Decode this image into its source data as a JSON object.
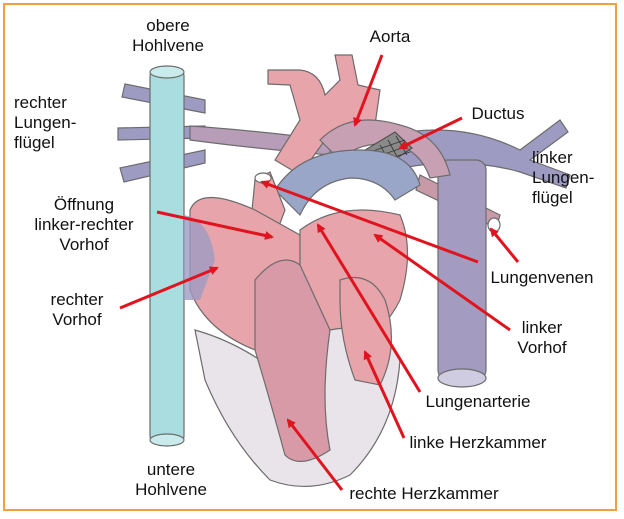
{
  "colors": {
    "frame": "#f0a040",
    "arrow": "#e0141e",
    "vena_cava": "#a9dde0",
    "red_tissue": "#e7a4ab",
    "blue_vessel": "#9e9bc3",
    "outline": "#6c6c6c",
    "ventricle_fill": "#e9e3ea"
  },
  "labels": {
    "obere_hohlvene": [
      "obere",
      "Hohlvene"
    ],
    "aorta": [
      "Aorta"
    ],
    "rechter_lungenfluegel": [
      "rechter",
      "Lungen-",
      "flügel"
    ],
    "ductus": [
      "Ductus"
    ],
    "linker_lungenfluegel": [
      "linker",
      "Lungen-",
      "flügel"
    ],
    "oeffnung": [
      "Öffnung",
      "linker-rechter",
      "Vorhof"
    ],
    "lungenvenen": [
      "Lungenvenen"
    ],
    "rechter_vorhof": [
      "rechter",
      "Vorhof"
    ],
    "linker_vorhof": [
      "linker",
      "Vorhof"
    ],
    "lungenarterie": [
      "Lungenarterie"
    ],
    "linke_herzkammer": [
      "linke Herzkammer"
    ],
    "untere_hohlvene": [
      "untere",
      "Hohlvene"
    ],
    "rechte_herzkammer": [
      "rechte Herzkammer"
    ]
  }
}
